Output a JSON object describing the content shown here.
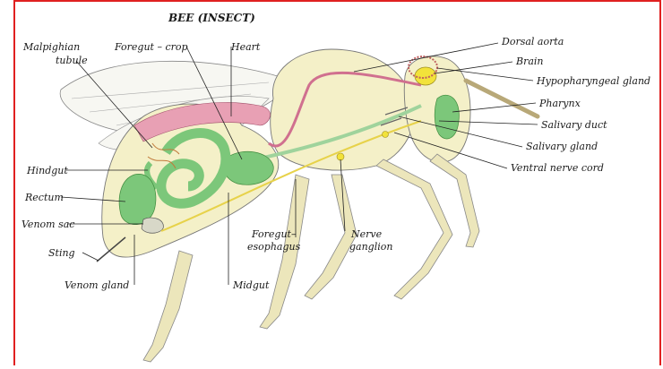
{
  "title": "BEE (INSECT)",
  "labels": {
    "malpighian_1": "Malpighian",
    "malpighian_2": "tubule",
    "foregut_crop": "Foregut – crop",
    "heart": "Heart",
    "dorsal_aorta": "Dorsal aorta",
    "brain": "Brain",
    "hypopharyngeal_gland": "Hypopharyngeal gland",
    "pharynx": "Pharynx",
    "salivary_duct": "Salivary duct",
    "salivary_gland": "Salivary gland",
    "ventral_nerve_cord": "Ventral nerve cord",
    "hindgut": "Hindgut",
    "rectum": "Rectum",
    "venom_sac": "Venom sac",
    "sting": "Sting",
    "venom_gland": "Venom gland",
    "midgut": "Midgut",
    "foregut_esophagus_1": "Foregut–",
    "foregut_esophagus_2": "esophagus",
    "nerve_ganglion_1": "Nerve",
    "nerve_ganglion_2": "ganglion"
  },
  "colors": {
    "frame": "#e02020",
    "body_fill": "#f4f0c8",
    "gut_green": "#7cc77a",
    "heart_pink": "#e8a0b4",
    "brain_yellow": "#f2e23a"
  }
}
